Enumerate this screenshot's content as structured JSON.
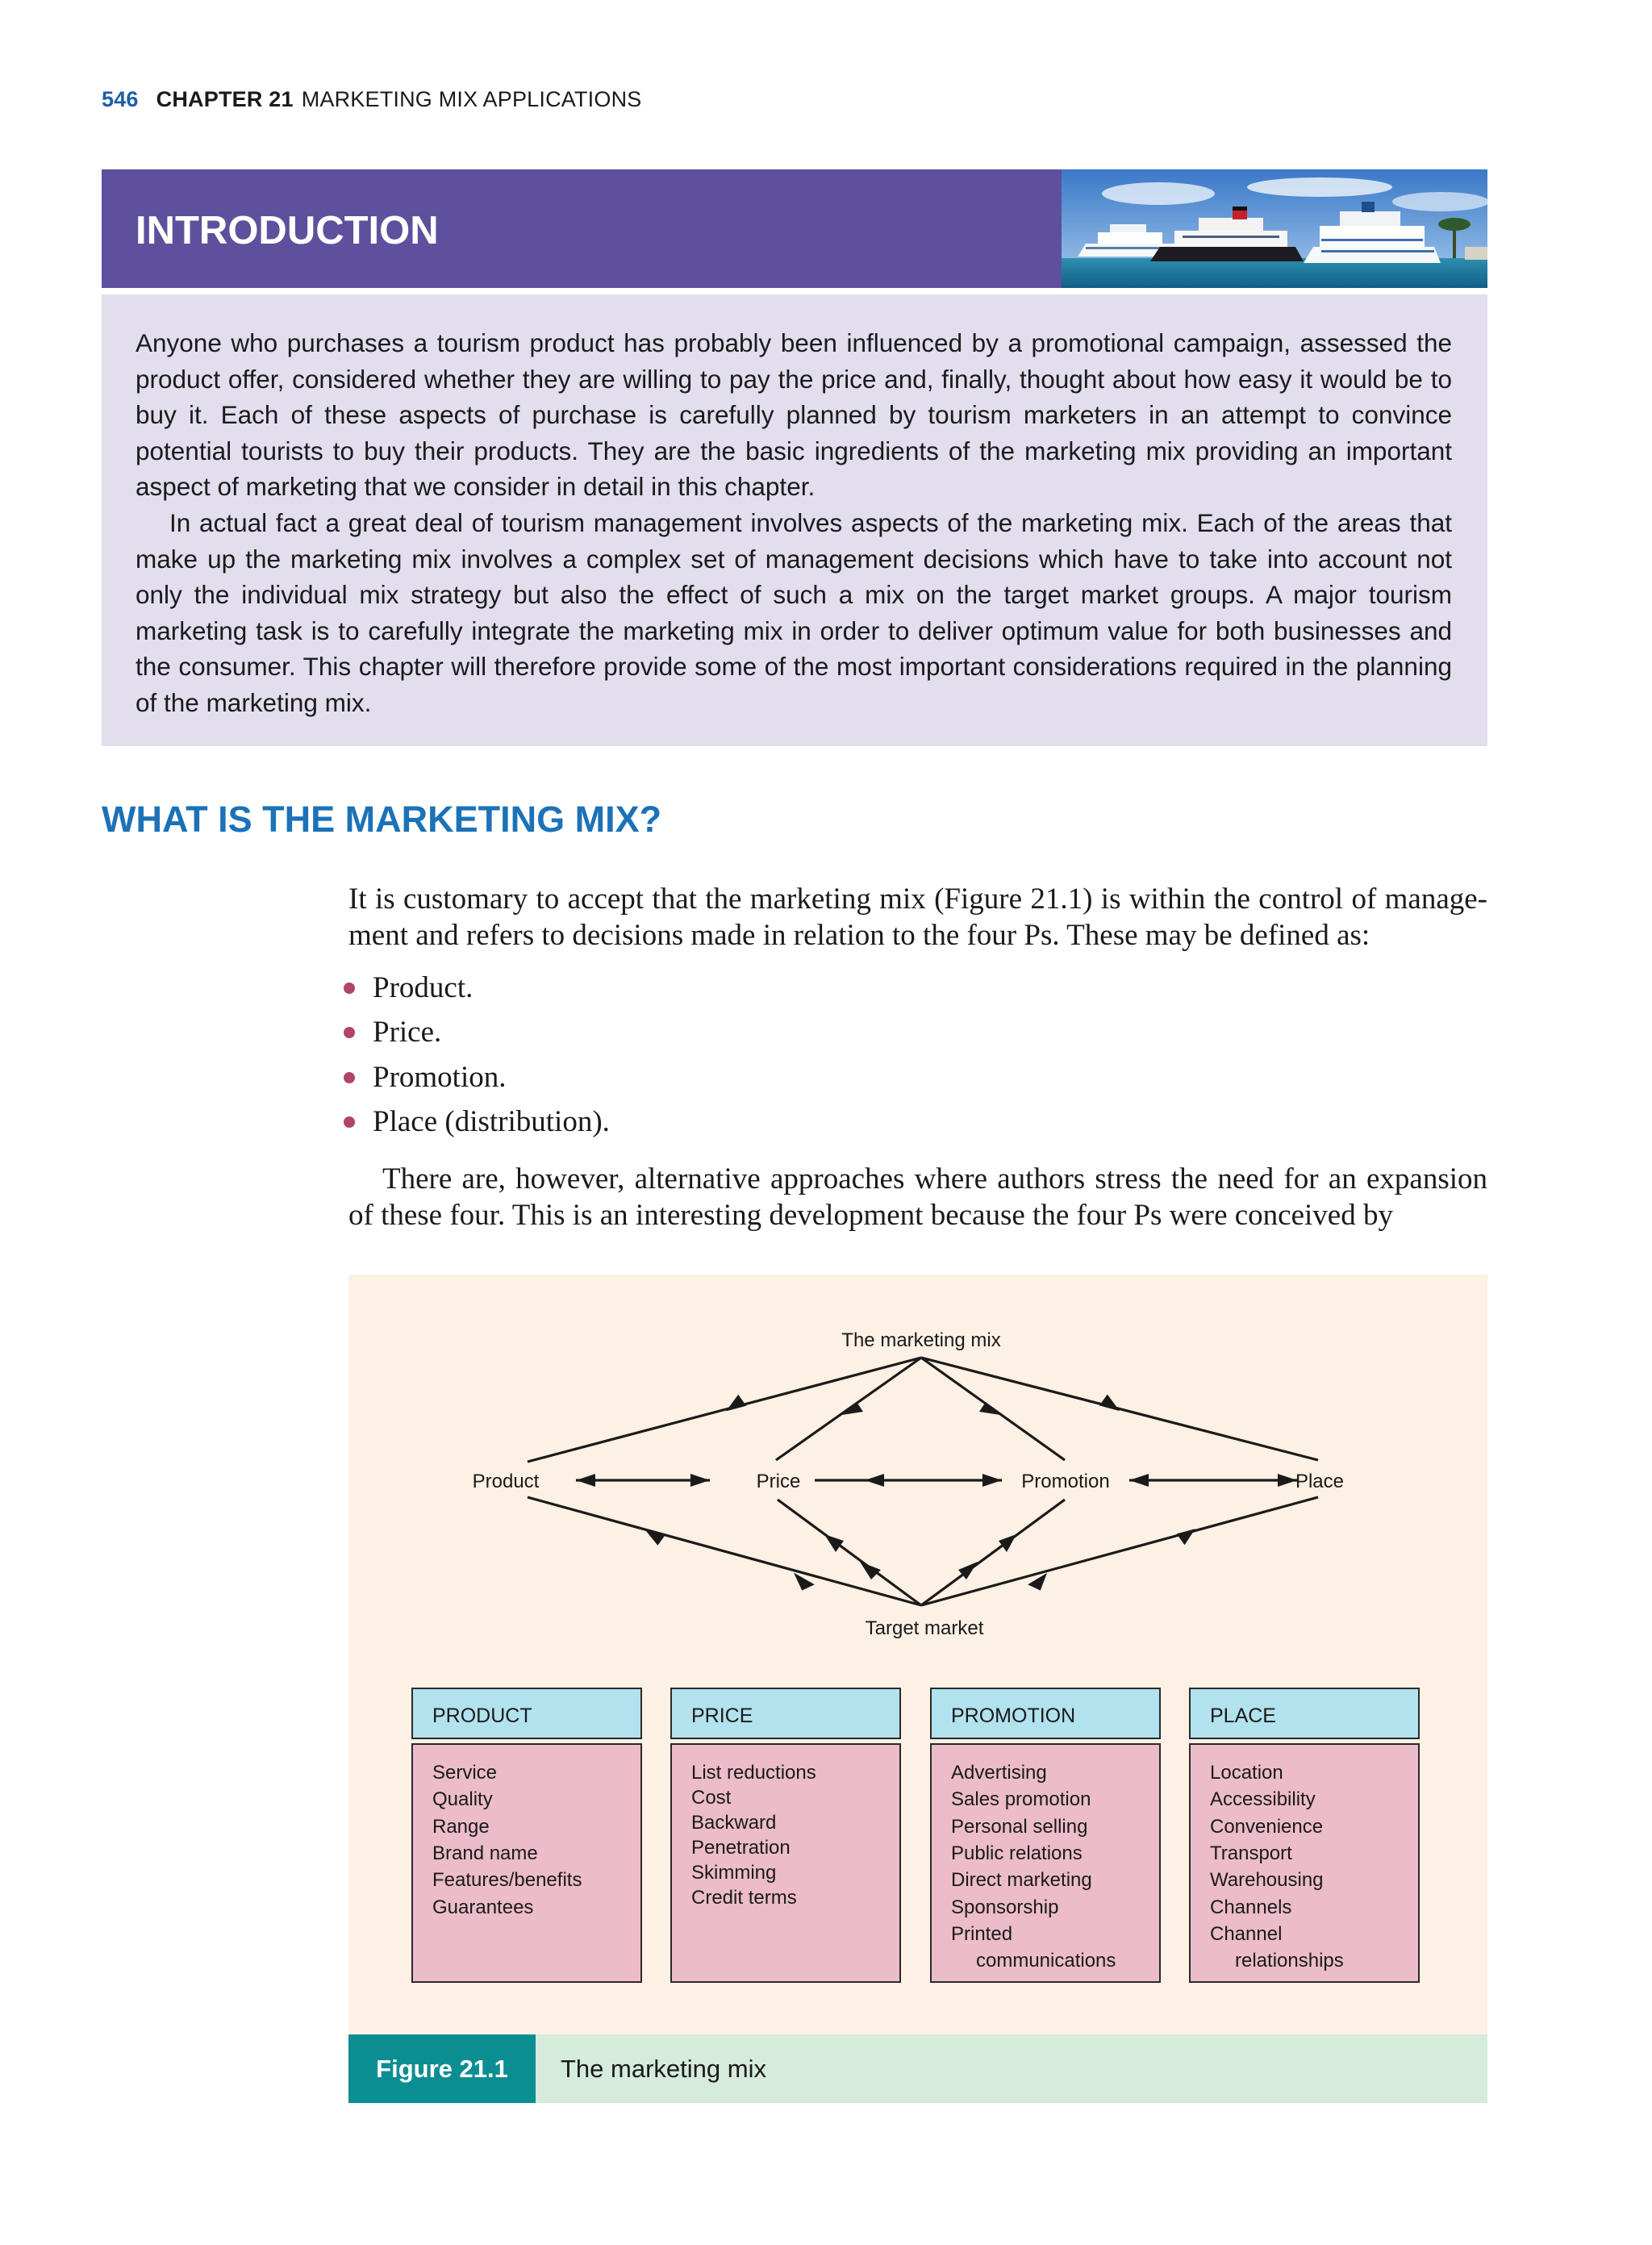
{
  "header": {
    "page_number": "546",
    "chapter_label": "CHAPTER 21",
    "chapter_title": "MARKETING MIX APPLICATIONS"
  },
  "introduction": {
    "title": "INTRODUCTION",
    "paragraphs": [
      "Anyone who purchases a tourism product has probably been influenced by a promotional campaign, assessed the product offer, considered whether they are willing to pay the price and, finally, thought about how easy it would be to buy it. Each of these aspects of purchase is carefully planned by tourism marketers in an attempt to convince potential tourists to buy their products. They are the basic ingredients of the marketing mix provid­ing an important aspect of marketing that we consider in detail in this chapter.",
      "In actual fact a great deal of tourism management involves aspects of the marketing mix. Each of the areas that make up the marketing mix involves a complex set of management decisions which have to take into account not only the individual mix strategy but also the effect of such a mix on the target market groups. A major tourism marketing task is to carefully integrate the marketing mix in order to deliver optimum value for both businesses and the consumer. This chapter will therefore provide some of the most important considera­tions required in the planning of the marketing mix."
    ]
  },
  "section": {
    "heading": "WHAT IS THE MARKETING MIX?",
    "intro_paragraph": "It is customary to accept that the marketing mix (Figure 21.1) is within the control of manage­ment and refers to decisions made in relation to the four Ps. These may be defined as:",
    "bullets": [
      "Product.",
      "Price.",
      "Promotion.",
      "Place (distribution)."
    ],
    "continuation": "There are, however, alternative approaches where authors stress the need for an expansion of these four. This is an interesting development because the four Ps were conceived by"
  },
  "figure": {
    "number": "Figure 21.1",
    "caption": "The marketing mix",
    "diagram": {
      "top_label": "The marketing mix",
      "bottom_label": "Target market",
      "nodes": [
        "Product",
        "Price",
        "Promotion",
        "Place"
      ]
    },
    "boxes": [
      {
        "heading": "PRODUCT",
        "items": [
          "Service",
          "Quality",
          "Range",
          "Brand name",
          "Features/benefits",
          "Guarantees"
        ]
      },
      {
        "heading": "PRICE",
        "items": [
          "List reductions",
          "Cost",
          "Backward",
          "Penetration",
          "Skimming",
          "Credit terms"
        ]
      },
      {
        "heading": "PROMOTION",
        "items": [
          "Advertising",
          "Sales promotion",
          "Personal selling",
          "Public relations",
          "Direct marketing",
          "Sponsorship",
          "Printed",
          "communications"
        ]
      },
      {
        "heading": "PLACE",
        "items": [
          "Location",
          "Accessibility",
          "Convenience",
          "Transport",
          "Warehousing",
          "Channels",
          "Channel",
          "relationships"
        ]
      }
    ],
    "colors": {
      "background": "#fdf0e4",
      "box_heading": "#b1e2ee",
      "box_body": "#ecbcca"
    }
  },
  "colors": {
    "intro_banner": "#5e509c",
    "intro_body": "#e2deee",
    "section_heading": "#1b72b8",
    "bullet": "#b0446a",
    "caption_number": "#0b8e92",
    "caption_bg": "#d5ebdc"
  }
}
